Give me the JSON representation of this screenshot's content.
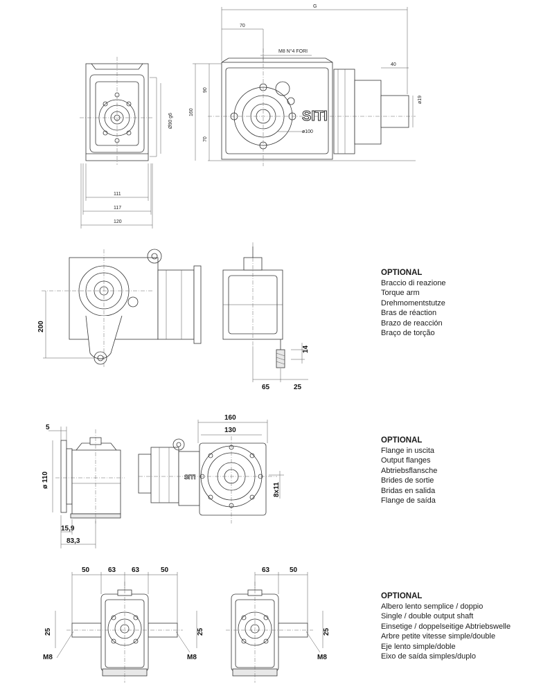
{
  "top_view": {
    "dim_G": "G",
    "dim_70_top": "70",
    "bolt_note": "M8 N°4 FORI",
    "dim_40": "40",
    "dim_o19": "ø19",
    "dim_90": "90",
    "dim_160": "160",
    "dim_70_side": "70",
    "dim_o100": "ø100",
    "dim_o90g6": "Ø90 g6",
    "brand": "SITI",
    "dim_111": "111",
    "dim_117": "117",
    "dim_120": "120"
  },
  "torque_arm": {
    "dim_200": "200",
    "dim_14": "14",
    "dim_65": "65",
    "dim_25": "25"
  },
  "flange": {
    "dim_5": "5",
    "dim_o110": "ø 110",
    "dim_15_9": "15,9",
    "dim_83_3": "83,3",
    "dim_160": "160",
    "dim_130": "130",
    "dim_8x11": "8x11"
  },
  "shaft": {
    "dim_50_a": "50",
    "dim_63_a": "63",
    "dim_63_b": "63",
    "dim_50_b": "50",
    "dim_25_a": "25",
    "dim_25_b": "25",
    "m8_a": "M8",
    "m8_b": "M8",
    "dim_63_c": "63",
    "dim_50_c": "50",
    "dim_25_c": "25",
    "m8_c": "M8"
  },
  "optionals": [
    {
      "title": "OPTIONAL",
      "lines": [
        "Braccio di reazione",
        "Torque arm",
        "Drehmomentstutze",
        "Bras de réaction",
        "Brazo de reacción",
        "Braço de torção"
      ]
    },
    {
      "title": "OPTIONAL",
      "lines": [
        "Flange in uscita",
        "Output flanges",
        "Abtriebsflansche",
        "Brides de sortie",
        "Bridas en salida",
        "Flange de saída"
      ]
    },
    {
      "title": "OPTIONAL",
      "lines": [
        "Albero lento semplice / doppio",
        "Single / double output shaft",
        "Einsetige / doppelseitige Abtriebswelle",
        "Arbre petite vitesse simple/double",
        "Eje lento simple/doble",
        "Eixo de saída simples/duplo"
      ]
    }
  ]
}
